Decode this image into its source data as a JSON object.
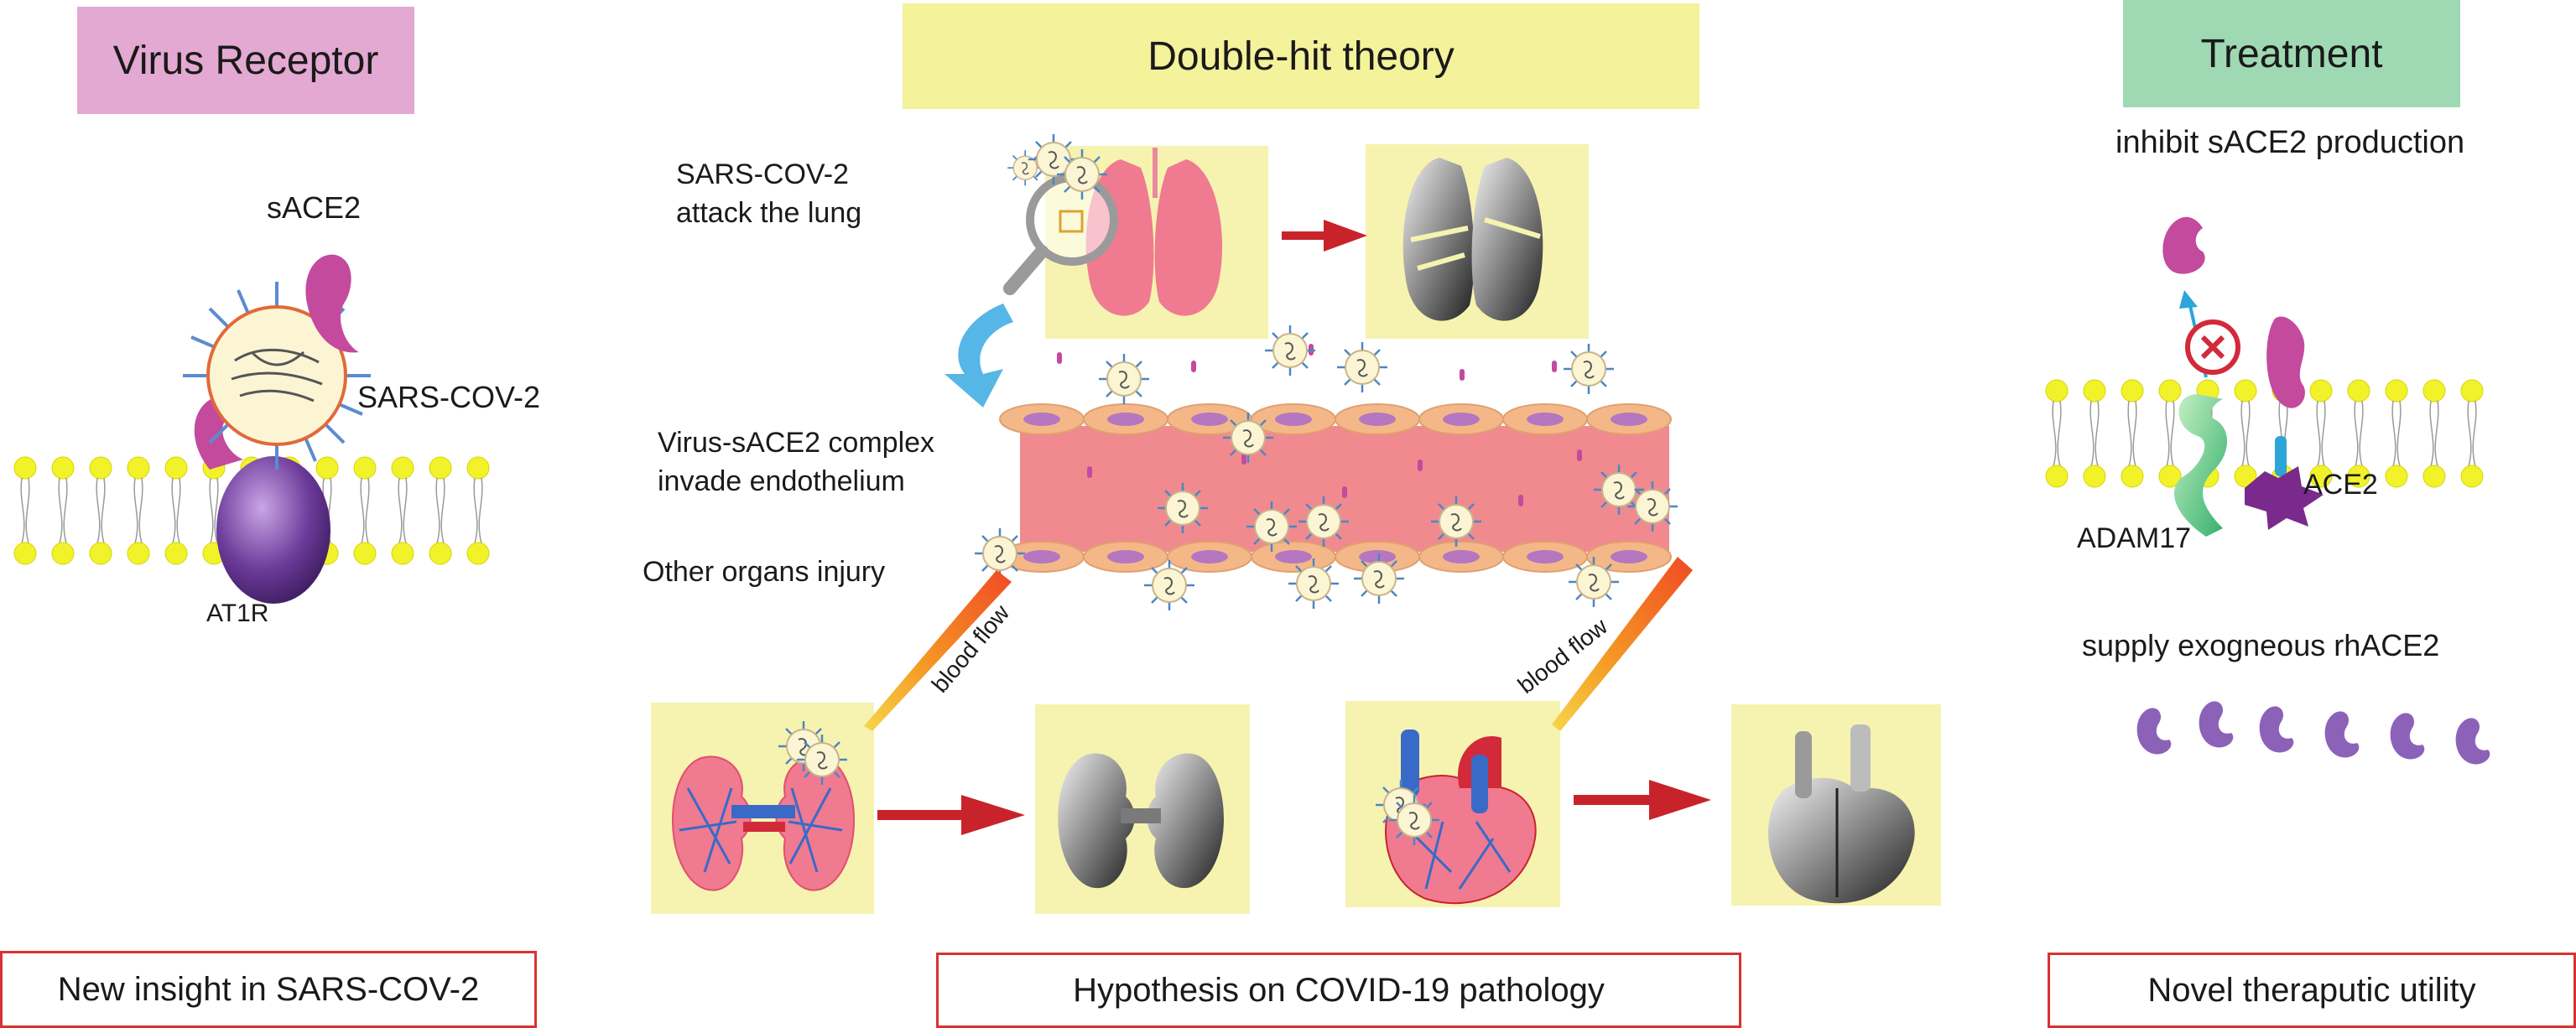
{
  "headers": {
    "virus_receptor": "Virus Receptor",
    "double_hit": "Double-hit theory",
    "treatment": "Treatment"
  },
  "footers": {
    "left": "New insight in SARS-COV-2",
    "middle": "Hypothesis on COVID-19 pathology",
    "right": "Novel theraputic utility"
  },
  "left_panel": {
    "sace2": "sACE2",
    "sars_cov_2": "SARS-COV-2",
    "at1r": "AT1R"
  },
  "middle_panel": {
    "attack_line1": "SARS-COV-2",
    "attack_line2": "attack the lung",
    "complex_line1": "Virus-sACE2 complex",
    "complex_line2": "invade endothelium",
    "organs": "Other organs injury",
    "blood_flow_left": "blood flow",
    "blood_flow_right": "blood flow"
  },
  "right_panel": {
    "inhibit": "inhibit sACE2 production",
    "ace2": "ACE2",
    "adam17": "ADAM17",
    "supply": "supply exogneous rhACE2"
  },
  "colors": {
    "pink_header": "#e3a9d2",
    "yellow_header": "#f4f29a",
    "green_header": "#9fd9b3",
    "footer_border": "#d93232",
    "panel_yellow": "#f6f3b0",
    "sace2_magenta": "#c44a9e",
    "at1r_purple": "#6d3b9a",
    "lipid_yellow": "#f2f22a",
    "vessel_pink": "#f08a8e",
    "arrow_red": "#c8232b"
  }
}
